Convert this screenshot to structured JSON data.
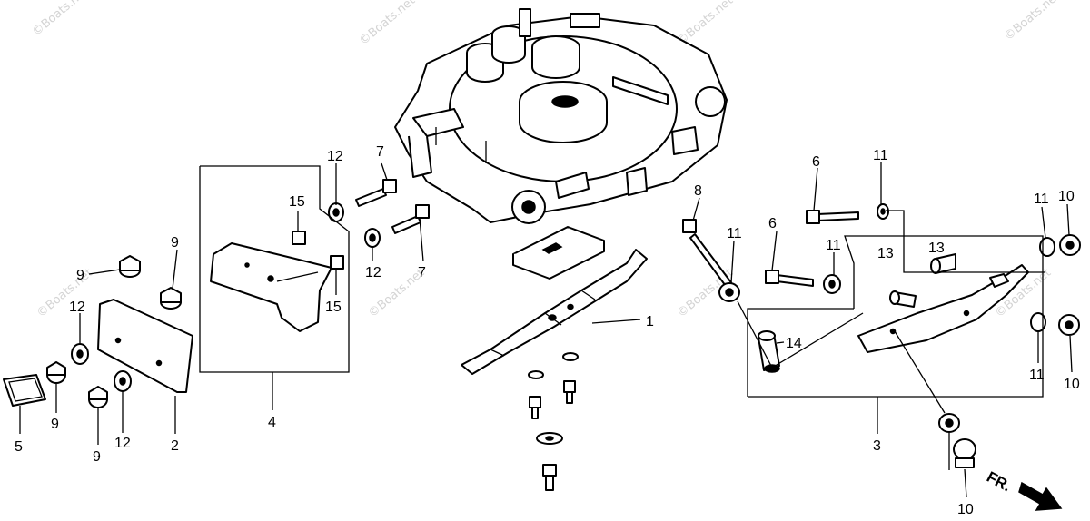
{
  "watermark": "©Boats.net",
  "direction_label": "FR.",
  "callouts": {
    "c1": "1",
    "c2": "2",
    "c3": "3",
    "c4": "4",
    "c5": "5",
    "c6a": "6",
    "c6b": "6",
    "c7a": "7",
    "c7b": "7",
    "c8": "8",
    "c9a": "9",
    "c9b": "9",
    "c9c": "9",
    "c9d": "9",
    "c10a": "10",
    "c10b": "10",
    "c10c": "10",
    "c11a": "11",
    "c11b": "11",
    "c11c": "11",
    "c11d": "11",
    "c11e": "11",
    "c12a": "12",
    "c12b": "12",
    "c12c": "12",
    "c12d": "12",
    "c13a": "13",
    "c13b": "13",
    "c14": "14",
    "c15a": "15",
    "c15b": "15"
  }
}
